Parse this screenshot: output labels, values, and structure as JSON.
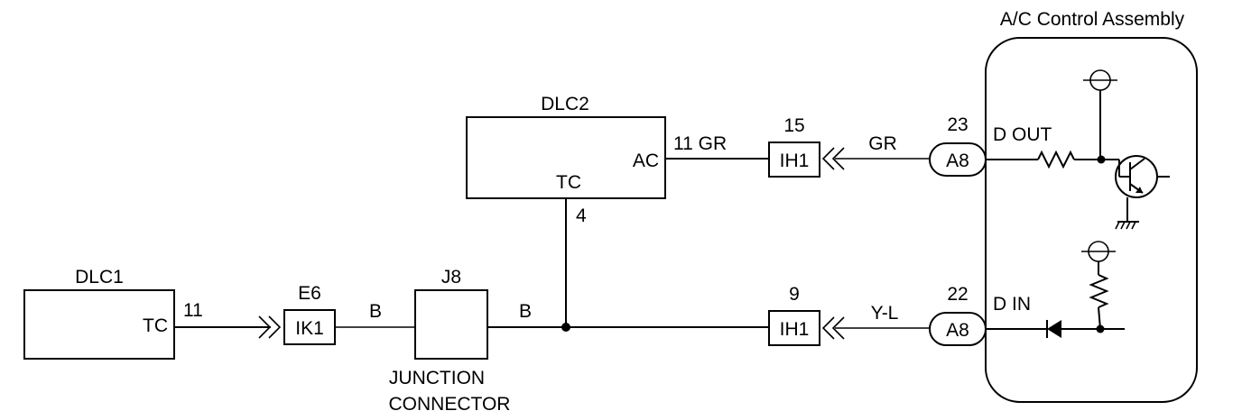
{
  "colors": {
    "ink": "#000000",
    "background": "#ffffff"
  },
  "assembly": {
    "title": "A/C Control Assembly"
  },
  "dlc1": {
    "name": "DLC1",
    "terminal": "TC",
    "pin": "11"
  },
  "dlc2": {
    "name": "DLC2",
    "terminal_ac": "AC",
    "terminal_tc": "TC",
    "pin_tc": "4",
    "ac_wire": "11 GR"
  },
  "connector_e6": {
    "ref": "E6",
    "name": "IK1"
  },
  "junction": {
    "ref": "J8",
    "line1": "JUNCTION",
    "line2": "CONNECTOR"
  },
  "wires": {
    "b_left": "B",
    "b_right": "B",
    "gr": "GR",
    "yl": "Y-L"
  },
  "connector_ih1_top": {
    "pin": "15",
    "name": "IH1"
  },
  "connector_ih1_bottom": {
    "pin": "9",
    "name": "IH1"
  },
  "connector_a8_top": {
    "pin": "23",
    "name": "A8",
    "signal": "D OUT"
  },
  "connector_a8_bottom": {
    "pin": "22",
    "name": "A8",
    "signal": "D IN"
  },
  "icons": [
    "transistor-icon",
    "resistor-icon",
    "diode-icon",
    "power-supply-icon",
    "ground-icon",
    "connector-chevron-icon"
  ]
}
